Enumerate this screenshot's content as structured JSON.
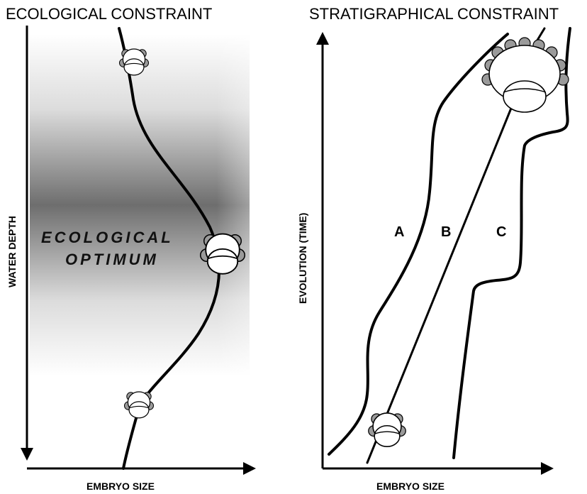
{
  "left_panel": {
    "title": "ECOLOGICAL CONSTRAINT",
    "y_axis_label": "WATER DEPTH",
    "x_axis_label": "EMBRYO SIZE",
    "zone_label_line1": "ECOLOGICAL",
    "zone_label_line2": "OPTIMUM",
    "icon": "embryo-icon"
  },
  "right_panel": {
    "title": "STRATIGRAPHICAL CONSTRAINT",
    "y_axis_label": "EVOLUTION (TIME)",
    "x_axis_label": "EMBRYO SIZE",
    "curves": [
      {
        "label": "A"
      },
      {
        "label": "B"
      },
      {
        "label": "C"
      }
    ],
    "icon": "embryo-icon"
  },
  "colors": {
    "line": "#000000",
    "zone_dark": "#6e6e6e",
    "embryo_fill": "#ffffff",
    "embryo_bud": "#9a9a9a"
  }
}
